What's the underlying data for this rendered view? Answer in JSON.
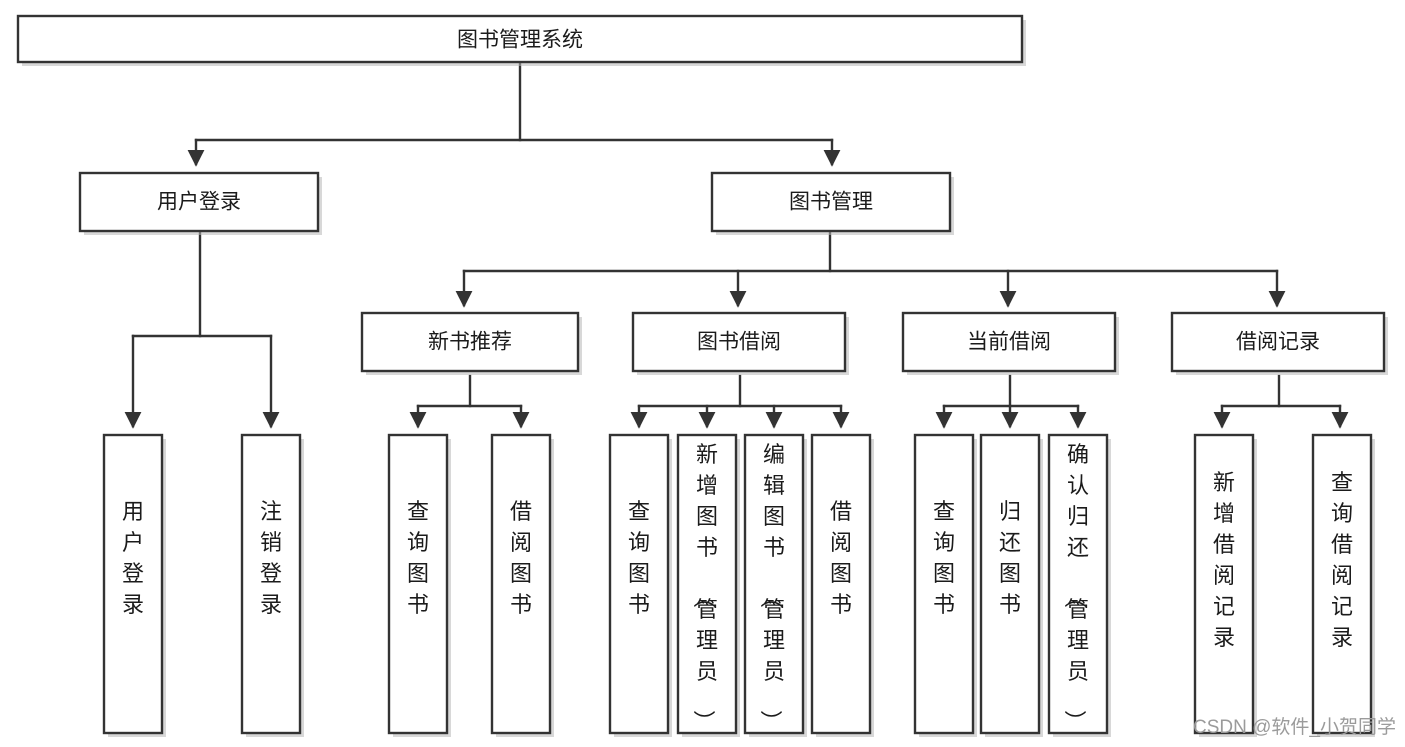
{
  "diagram": {
    "title": "图书管理系统",
    "type": "tree-hierarchy",
    "root": {
      "id": "root",
      "label": "图书管理系统"
    },
    "level2": [
      {
        "id": "user-login",
        "label": "用户登录"
      },
      {
        "id": "book-manage",
        "label": "图书管理"
      }
    ],
    "level3": [
      {
        "id": "new-book-recommend",
        "label": "新书推荐",
        "parent": "book-manage"
      },
      {
        "id": "book-borrow",
        "label": "图书借阅",
        "parent": "book-manage"
      },
      {
        "id": "current-borrow",
        "label": "当前借阅",
        "parent": "book-manage"
      },
      {
        "id": "borrow-record",
        "label": "借阅记录",
        "parent": "book-manage"
      }
    ],
    "leaves": [
      {
        "id": "leaf-user-login",
        "label": "用户登录",
        "parent": "user-login"
      },
      {
        "id": "leaf-user-logout",
        "label": "注销登录",
        "parent": "user-login"
      },
      {
        "id": "leaf-query-book-1",
        "label": "查询图书",
        "parent": "new-book-recommend"
      },
      {
        "id": "leaf-borrow-book-1",
        "label": "借阅图书",
        "parent": "new-book-recommend"
      },
      {
        "id": "leaf-query-book-2",
        "label": "查询图书",
        "parent": "book-borrow"
      },
      {
        "id": "leaf-add-book",
        "label": "新增图书（管理员）",
        "parent": "book-borrow"
      },
      {
        "id": "leaf-edit-book",
        "label": "编辑图书（管理员）",
        "parent": "book-borrow"
      },
      {
        "id": "leaf-borrow-book-2",
        "label": "借阅图书",
        "parent": "book-borrow"
      },
      {
        "id": "leaf-query-book-3",
        "label": "查询图书",
        "parent": "current-borrow"
      },
      {
        "id": "leaf-return-book",
        "label": "归还图书",
        "parent": "current-borrow"
      },
      {
        "id": "leaf-confirm-return",
        "label": "确认归还（管理员）",
        "parent": "current-borrow"
      },
      {
        "id": "leaf-add-record",
        "label": "新增借阅记录",
        "parent": "borrow-record"
      },
      {
        "id": "leaf-query-record",
        "label": "查询借阅记录",
        "parent": "borrow-record"
      }
    ],
    "colors": {
      "stroke": "#333333",
      "fill": "#ffffff",
      "text": "#1b1b1b",
      "shadow": "#b8b8b8",
      "watermark": "#9b9b9b"
    }
  },
  "watermark": {
    "text": "CSDN @软件_小贺同学"
  }
}
